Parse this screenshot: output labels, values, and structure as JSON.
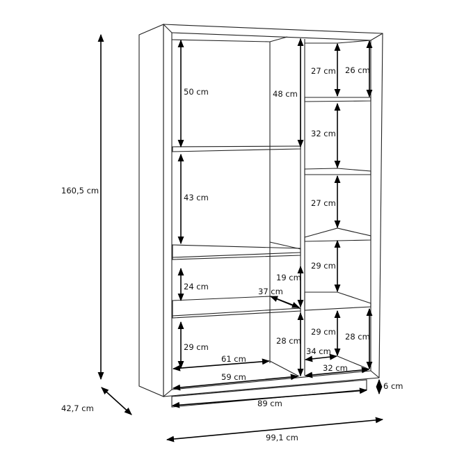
{
  "title": "Cabinet dimensions drawing",
  "colors": {
    "line": "#222222",
    "background": "#ffffff"
  },
  "overall": {
    "height": "160,5 cm",
    "depth": "42,7 cm",
    "width": "99,1 cm",
    "plinth_width": "89 cm",
    "plinth_height": "6 cm"
  },
  "left_section": {
    "top_compartment": "50 cm",
    "top_full_height": "48 cm",
    "middle_compartment": "43 cm",
    "drawer_compartment": "24 cm",
    "drawer_side_height": "19 cm",
    "inner_depth": "37 cm",
    "bottom_compartment": "29 cm",
    "bottom_side_height": "28 cm",
    "back_width": "61 cm",
    "front_width": "59 cm"
  },
  "right_section": {
    "shelf_1_inner": "27 cm",
    "shelf_1_outer": "26 cm",
    "shelf_2": "32 cm",
    "shelf_3": "27 cm",
    "shelf_4": "29 cm",
    "shelf_5_inner": "29 cm",
    "shelf_5_outer": "28 cm",
    "back_width": "34 cm",
    "front_width": "32 cm"
  }
}
